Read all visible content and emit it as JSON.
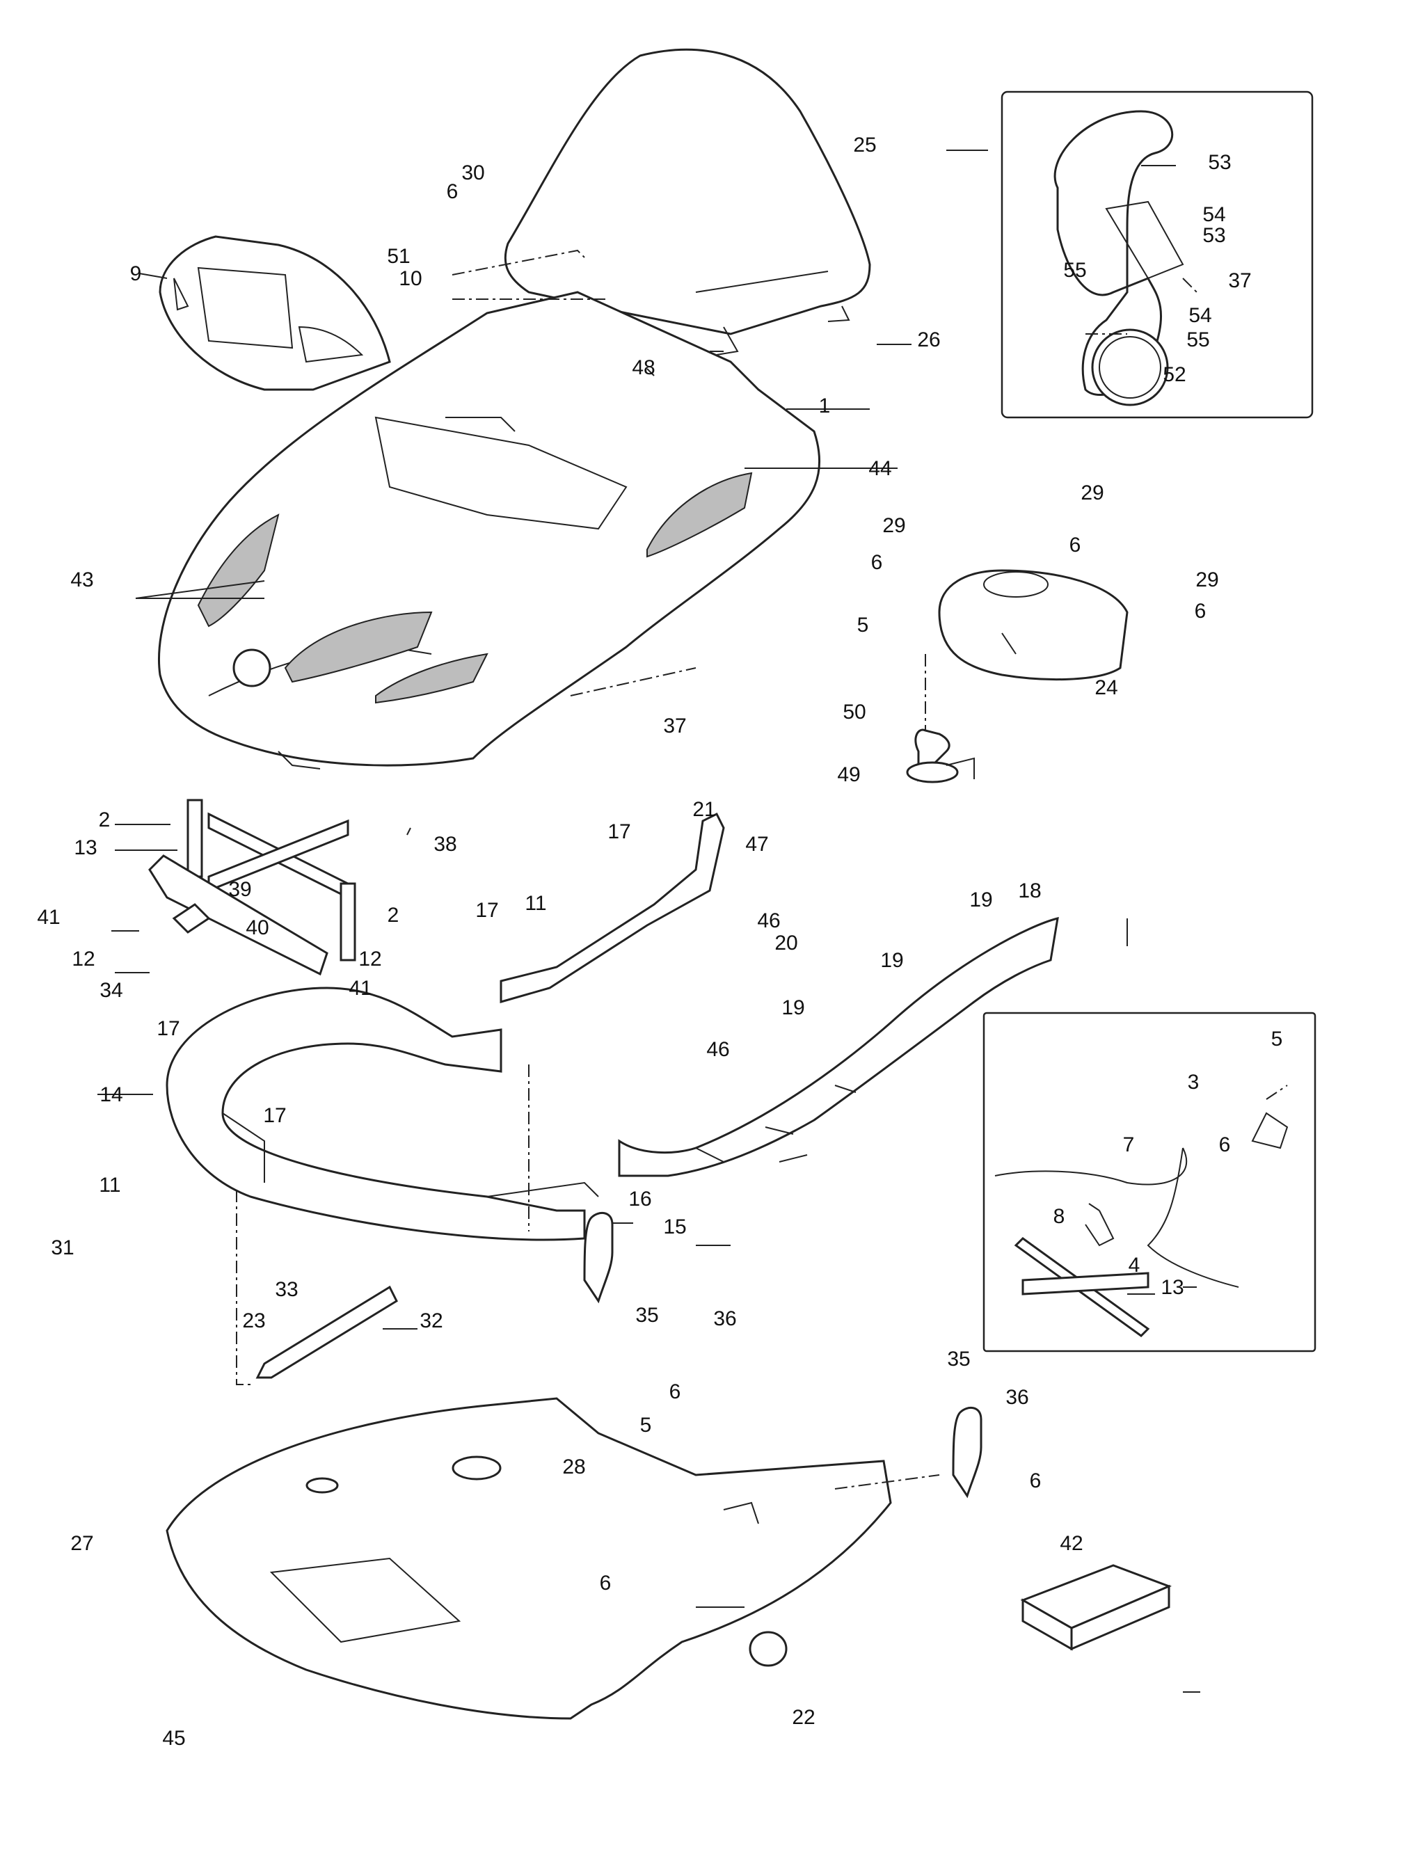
{
  "diagram": {
    "callouts": [
      {
        "id": "c1",
        "text": "1"
      },
      {
        "id": "c2a",
        "text": "2"
      },
      {
        "id": "c2b",
        "text": "2"
      },
      {
        "id": "c3",
        "text": "3"
      },
      {
        "id": "c4",
        "text": "4"
      },
      {
        "id": "c5a",
        "text": "5"
      },
      {
        "id": "c5b",
        "text": "5"
      },
      {
        "id": "c5c",
        "text": "5"
      },
      {
        "id": "c6a",
        "text": "6"
      },
      {
        "id": "c6b",
        "text": "6"
      },
      {
        "id": "c6c",
        "text": "6"
      },
      {
        "id": "c6d",
        "text": "6"
      },
      {
        "id": "c6e",
        "text": "6"
      },
      {
        "id": "c6f",
        "text": "6"
      },
      {
        "id": "c6g",
        "text": "6"
      },
      {
        "id": "c6h",
        "text": "6"
      },
      {
        "id": "c7",
        "text": "7"
      },
      {
        "id": "c8",
        "text": "8"
      },
      {
        "id": "c9",
        "text": "9"
      },
      {
        "id": "c10",
        "text": "10"
      },
      {
        "id": "c11a",
        "text": "11"
      },
      {
        "id": "c11b",
        "text": "11"
      },
      {
        "id": "c12a",
        "text": "12"
      },
      {
        "id": "c12b",
        "text": "12"
      },
      {
        "id": "c13a",
        "text": "13"
      },
      {
        "id": "c13b",
        "text": "13"
      },
      {
        "id": "c14",
        "text": "14"
      },
      {
        "id": "c15",
        "text": "15"
      },
      {
        "id": "c16",
        "text": "16"
      },
      {
        "id": "c17a",
        "text": "17"
      },
      {
        "id": "c17b",
        "text": "17"
      },
      {
        "id": "c17c",
        "text": "17"
      },
      {
        "id": "c17d",
        "text": "17"
      },
      {
        "id": "c18",
        "text": "18"
      },
      {
        "id": "c19a",
        "text": "19"
      },
      {
        "id": "c19b",
        "text": "19"
      },
      {
        "id": "c19c",
        "text": "19"
      },
      {
        "id": "c20",
        "text": "20"
      },
      {
        "id": "c21",
        "text": "21"
      },
      {
        "id": "c22",
        "text": "22"
      },
      {
        "id": "c23",
        "text": "23"
      },
      {
        "id": "c24",
        "text": "24"
      },
      {
        "id": "c25",
        "text": "25"
      },
      {
        "id": "c26",
        "text": "26"
      },
      {
        "id": "c27",
        "text": "27"
      },
      {
        "id": "c28",
        "text": "28"
      },
      {
        "id": "c29a",
        "text": "29"
      },
      {
        "id": "c29b",
        "text": "29"
      },
      {
        "id": "c29c",
        "text": "29"
      },
      {
        "id": "c30",
        "text": "30"
      },
      {
        "id": "c31",
        "text": "31"
      },
      {
        "id": "c32",
        "text": "32"
      },
      {
        "id": "c33",
        "text": "33"
      },
      {
        "id": "c34",
        "text": "34"
      },
      {
        "id": "c35a",
        "text": "35"
      },
      {
        "id": "c35b",
        "text": "35"
      },
      {
        "id": "c36a",
        "text": "36"
      },
      {
        "id": "c36b",
        "text": "36"
      },
      {
        "id": "c37a",
        "text": "37"
      },
      {
        "id": "c37b",
        "text": "37"
      },
      {
        "id": "c38",
        "text": "38"
      },
      {
        "id": "c39",
        "text": "39"
      },
      {
        "id": "c40",
        "text": "40"
      },
      {
        "id": "c41a",
        "text": "41"
      },
      {
        "id": "c41b",
        "text": "41"
      },
      {
        "id": "c42",
        "text": "42"
      },
      {
        "id": "c43",
        "text": "43"
      },
      {
        "id": "c44",
        "text": "44"
      },
      {
        "id": "c45",
        "text": "45"
      },
      {
        "id": "c46a",
        "text": "46"
      },
      {
        "id": "c46b",
        "text": "46"
      },
      {
        "id": "c47",
        "text": "47"
      },
      {
        "id": "c48",
        "text": "48"
      },
      {
        "id": "c49",
        "text": "49"
      },
      {
        "id": "c50",
        "text": "50"
      },
      {
        "id": "c51",
        "text": "51"
      },
      {
        "id": "c52",
        "text": "52"
      },
      {
        "id": "c53a",
        "text": "53"
      },
      {
        "id": "c53b",
        "text": "53"
      },
      {
        "id": "c54a",
        "text": "54"
      },
      {
        "id": "c54b",
        "text": "54"
      },
      {
        "id": "c55a",
        "text": "55"
      },
      {
        "id": "c55b",
        "text": "55"
      }
    ]
  }
}
